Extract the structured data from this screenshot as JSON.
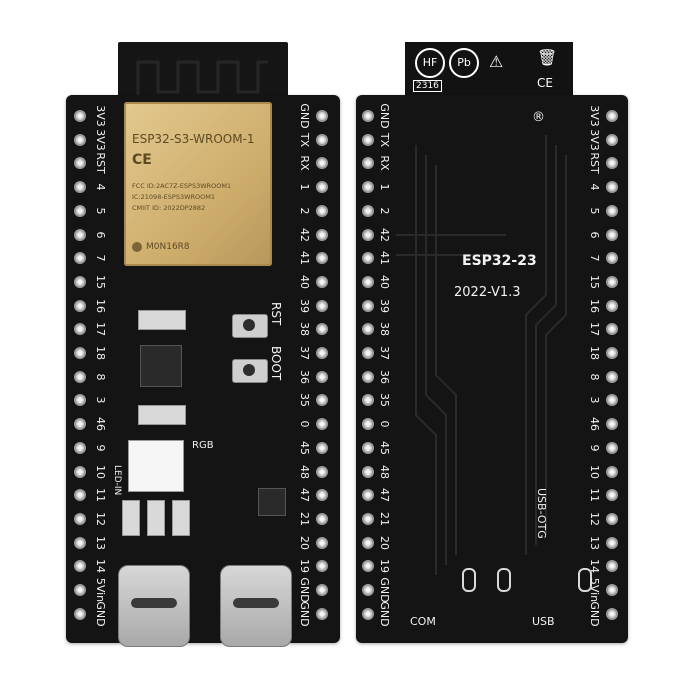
{
  "front": {
    "module_line1": "ESP32-S3-WROOM-1",
    "module_ce": "CE",
    "module_fcc": "FCC ID:2AC7Z-ESPS3WROOM1",
    "module_ic": "IC:21098-ESPS3WROOM1",
    "module_cmiit": "CMIIT ID: 2022DP2882",
    "module_part": "M0N16R8",
    "rst_label": "RST",
    "boot_label": "BOOT",
    "rgb_label": "RGB",
    "led_label": "LED-IN",
    "left_pins": [
      "3V3",
      "3V3",
      "RST",
      "4",
      "5",
      "6",
      "7",
      "15",
      "16",
      "17",
      "18",
      "8",
      "3",
      "46",
      "9",
      "10",
      "11",
      "12",
      "13",
      "14",
      "5Vin",
      "GND"
    ],
    "right_pins": [
      "GND",
      "TX",
      "RX",
      "1",
      "2",
      "42",
      "41",
      "40",
      "39",
      "38",
      "37",
      "36",
      "35",
      "0",
      "45",
      "48",
      "47",
      "21",
      "20",
      "19",
      "GND",
      "GND"
    ]
  },
  "back": {
    "title": "ESP32-23",
    "version": "2022-V1.3",
    "usb_otg": "USB-OTG",
    "com_label": "COM",
    "usb_label": "USB",
    "registered_mark": "®",
    "hf_mark": "HF",
    "pb_mark": "Pb",
    "ce_mark": "CE",
    "label_serial": "2316",
    "left_pins": [
      "GND",
      "TX",
      "RX",
      "1",
      "2",
      "42",
      "41",
      "40",
      "39",
      "38",
      "37",
      "36",
      "35",
      "0",
      "45",
      "48",
      "47",
      "21",
      "20",
      "19",
      "GND",
      "GND"
    ],
    "right_pins": [
      "3V3",
      "3V3",
      "RST",
      "4",
      "5",
      "6",
      "7",
      "15",
      "16",
      "17",
      "18",
      "8",
      "3",
      "46",
      "9",
      "10",
      "11",
      "12",
      "13",
      "14",
      "5Vin",
      "GND"
    ]
  }
}
